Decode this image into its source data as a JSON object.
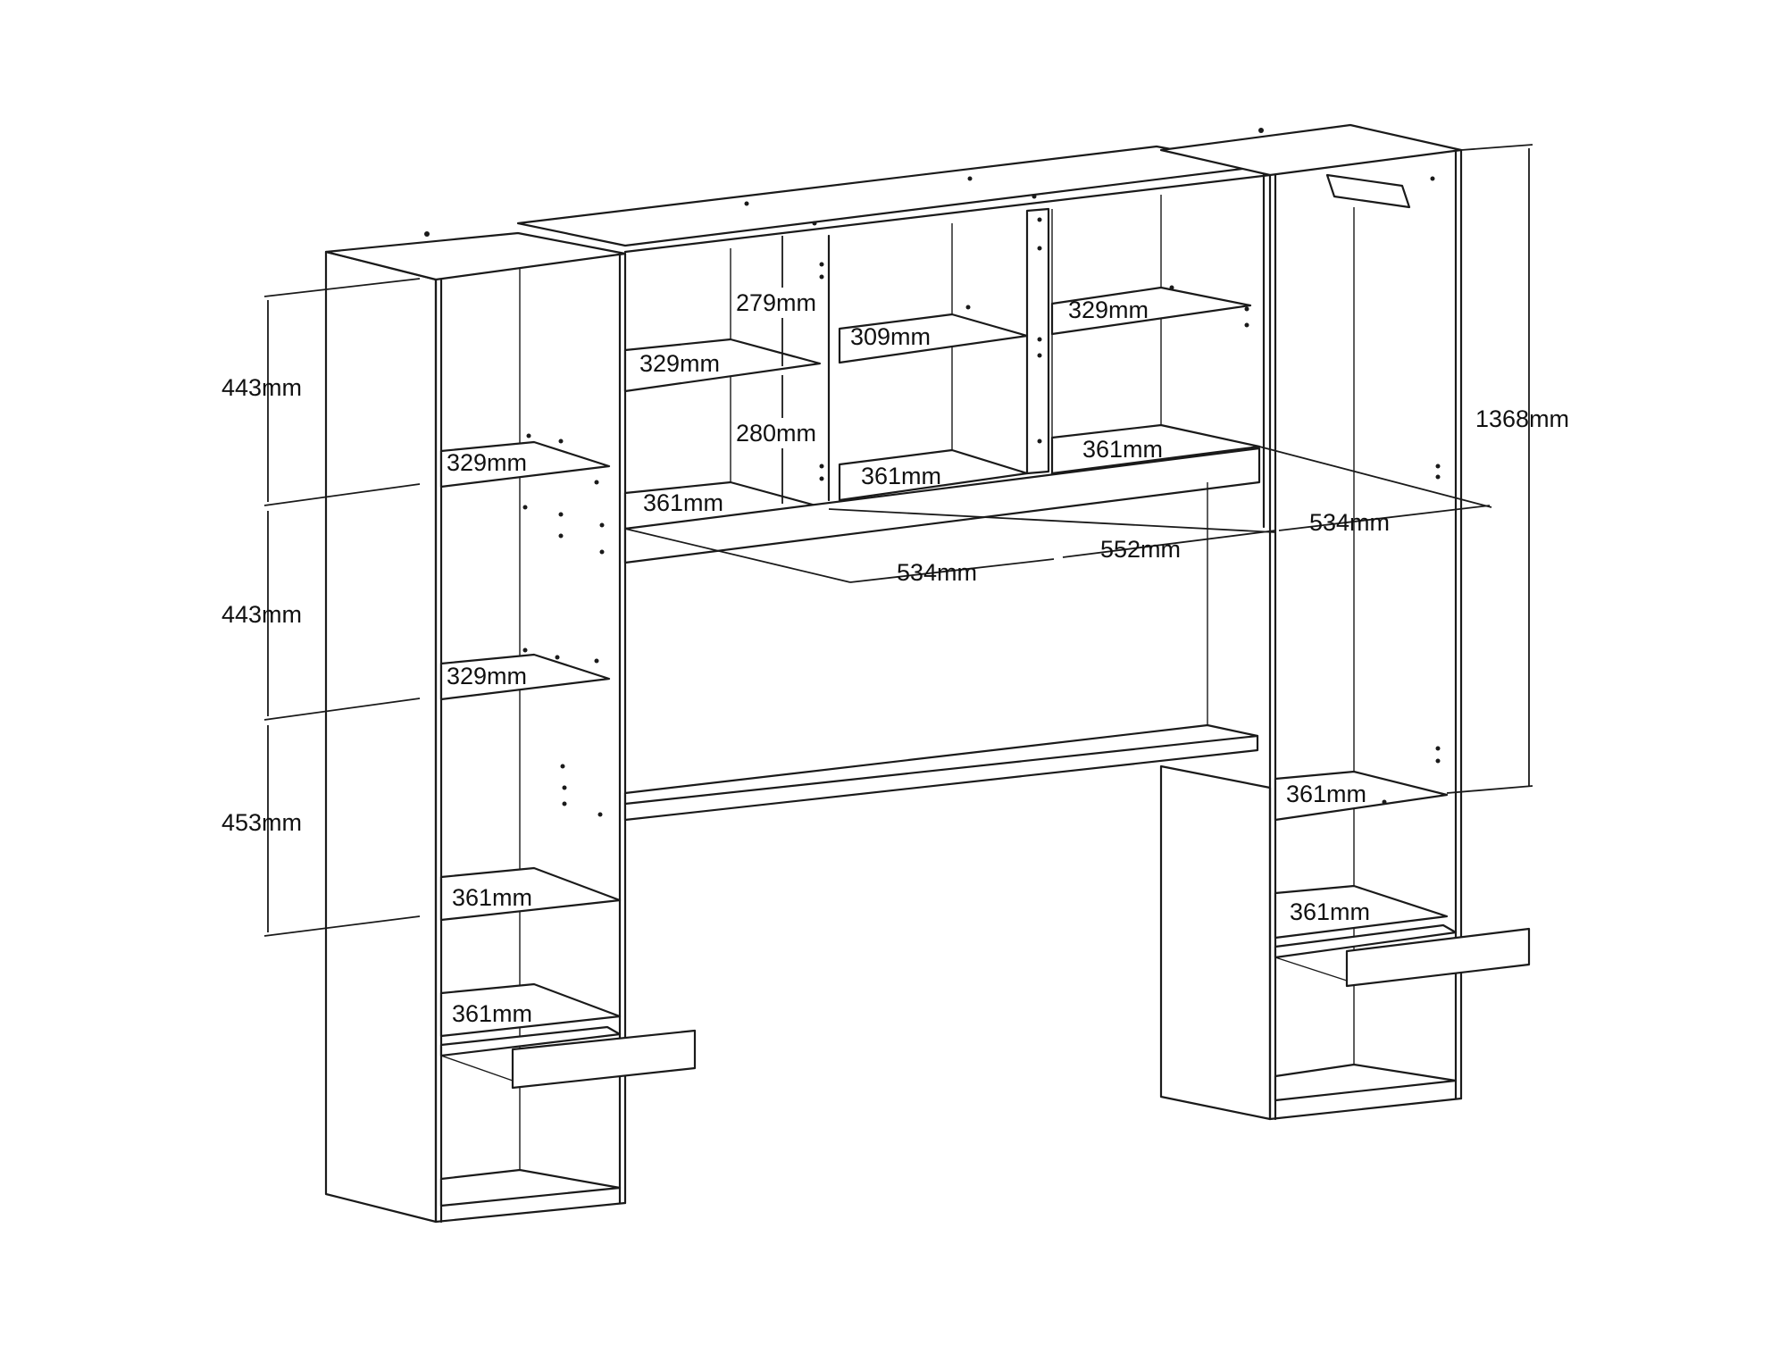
{
  "diagram": {
    "line_color": "#1a1a1a",
    "background": "#ffffff",
    "dimensions": {
      "left_section_1": "443mm",
      "left_section_2": "443mm",
      "left_section_3": "453mm",
      "total_height": "1368mm",
      "upper_shelf_gap": "279mm",
      "middle_shelf_gap": "280mm",
      "bridge_left_width": "534mm",
      "bridge_middle_width": "552mm",
      "bridge_right_width": "534mm"
    },
    "shelf_labels": {
      "left_tower_shelf_1": "329mm",
      "left_tower_shelf_2": "329mm",
      "left_tower_shelf_3": "361mm",
      "left_tower_shelf_4": "361mm",
      "bridge_left_top": "329mm",
      "bridge_left_bottom": "361mm",
      "bridge_mid_top": "309mm",
      "bridge_mid_bottom": "361mm",
      "bridge_right_top": "329mm",
      "bridge_right_bottom": "361mm",
      "right_tower_shelf_1": "361mm",
      "right_tower_shelf_2": "361mm"
    }
  }
}
